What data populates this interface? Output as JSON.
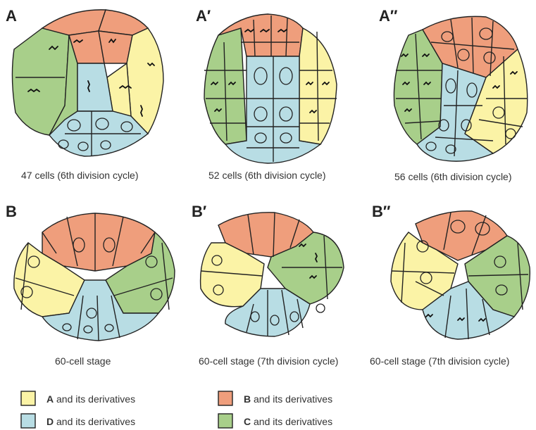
{
  "colors": {
    "A": "#fbf3a6",
    "B": "#ef9e7c",
    "C": "#a8cf8a",
    "D": "#b8dde4",
    "outline": "#222222"
  },
  "panels": [
    {
      "id": "A",
      "label": "A",
      "caption": "47 cells (6th division cycle)"
    },
    {
      "id": "A1",
      "label": "A′",
      "caption": "52 cells (6th division cycle)"
    },
    {
      "id": "A2",
      "label": "A″",
      "caption": "56 cells (6th division cycle)"
    },
    {
      "id": "B",
      "label": "B",
      "caption": "60-cell stage"
    },
    {
      "id": "B1",
      "label": "B′",
      "caption": "60-cell stage (7th division cycle)"
    },
    {
      "id": "B2",
      "label": "B″",
      "caption": "60-cell stage (7th division cycle)"
    }
  ],
  "legend": [
    {
      "key": "A",
      "bold": "A",
      "text": " and its derivatives",
      "color": "#fbf3a6"
    },
    {
      "key": "B",
      "bold": "B",
      "text": " and its derivatives",
      "color": "#ef9e7c"
    },
    {
      "key": "D",
      "bold": "D",
      "text": " and its derivatives",
      "color": "#b8dde4"
    },
    {
      "key": "C",
      "bold": "C",
      "text": " and its derivatives",
      "color": "#a8cf8a"
    }
  ]
}
